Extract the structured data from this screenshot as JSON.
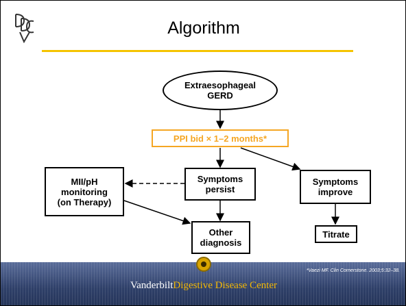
{
  "slide": {
    "title": "Algorithm",
    "logo_letters": "DDC",
    "footer": {
      "org_part1": "Vanderbilt",
      "org_part2": "Digestive Disease Center"
    },
    "citation": "*Vaezi MF. Clin Cornerstone. 2003;5:32–38."
  },
  "flowchart": {
    "nodes": {
      "start": "Extraesophageal\nGERD",
      "ppi": "PPI bid × 1–2 months*",
      "persist": "Symptoms\npersist",
      "improve": "Symptoms\nimprove",
      "mii": "MII/pH\nmonitoring\n(on Therapy)",
      "other": "Other\ndiagnosis",
      "titrate": "Titrate"
    },
    "edges": [
      {
        "from": "start",
        "to": "ppi",
        "style": "solid"
      },
      {
        "from": "ppi",
        "to": "persist",
        "style": "solid"
      },
      {
        "from": "ppi",
        "to": "improve",
        "style": "solid"
      },
      {
        "from": "persist",
        "to": "mii",
        "style": "dashed"
      },
      {
        "from": "persist",
        "to": "other",
        "style": "solid"
      },
      {
        "from": "mii",
        "to": "other",
        "style": "solid"
      },
      {
        "from": "improve",
        "to": "titrate",
        "style": "solid"
      }
    ]
  },
  "colors": {
    "accent": "#f5c400",
    "callout": "#f5a623",
    "footer": "#2e3f68"
  }
}
